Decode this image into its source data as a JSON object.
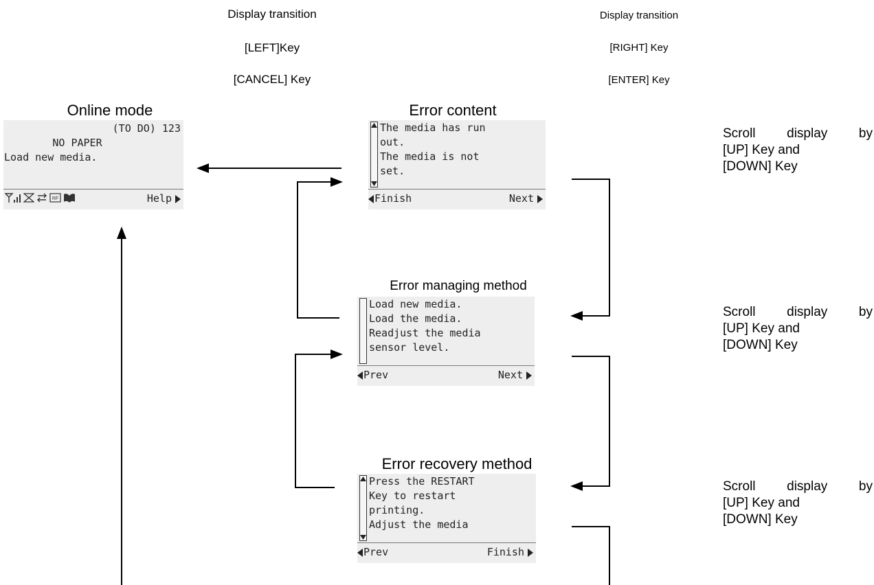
{
  "headers": {
    "left": [
      "Display transition",
      "[LEFT]Key",
      "[CANCEL] Key"
    ],
    "right": [
      "Display transition",
      "[RIGHT] Key",
      "[ENTER] Key"
    ]
  },
  "online": {
    "title": "Online mode",
    "lines": [
      "(TO DO) 123",
      "NO PAPER",
      "Load new media."
    ],
    "icons": [
      "antenna-icon",
      "signal-icon",
      "transfer-icon",
      "rf-icon",
      "ribbon-icon"
    ],
    "footer_right": "Help"
  },
  "error_content": {
    "title": "Error content",
    "lines": [
      "The media has run",
      "out.",
      "The media is not",
      "set."
    ],
    "footer_left": "Finish",
    "footer_right": "Next"
  },
  "error_managing": {
    "title": "Error managing method",
    "lines": [
      "Load new media.",
      "Load the media.",
      "Readjust the media",
      "sensor level."
    ],
    "footer_left": "Prev",
    "footer_right": "Next"
  },
  "error_recovery": {
    "title": "Error recovery method",
    "lines": [
      "Press the RESTART",
      "Key to restart",
      "printing.",
      "Adjust the media"
    ],
    "footer_left": "Prev",
    "footer_right": "Finish"
  },
  "scroll_notes": [
    {
      "line1": [
        "Scroll",
        "display",
        "by"
      ],
      "line2": "[UP] Key and",
      "line3": "[DOWN] Key"
    },
    {
      "line1": [
        "Scroll",
        "display",
        "by"
      ],
      "line2": "[UP] Key and",
      "line3": "[DOWN] Key"
    },
    {
      "line1": [
        "Scroll",
        "display",
        "by"
      ],
      "line2": "[UP] Key and",
      "line3": "[DOWN] Key"
    }
  ]
}
